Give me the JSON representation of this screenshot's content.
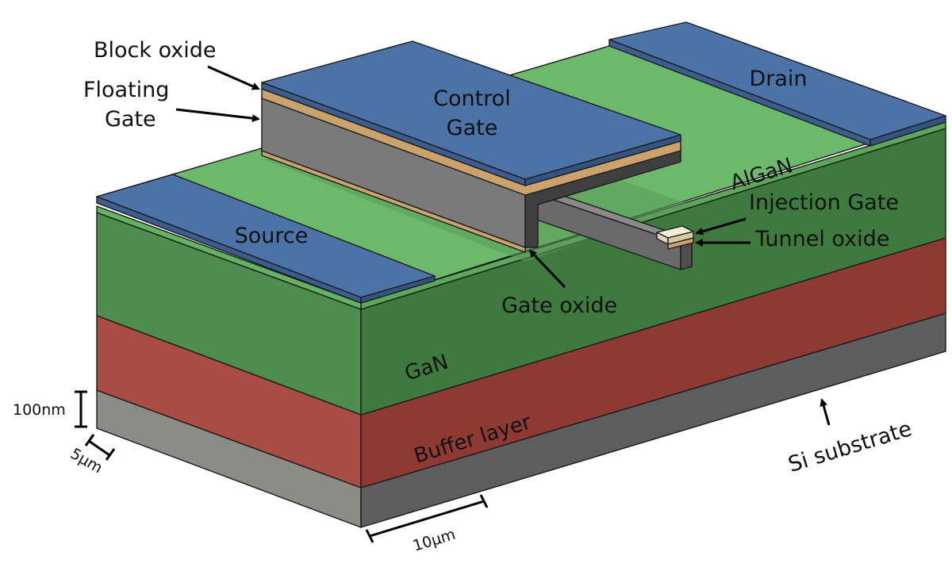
{
  "labels": {
    "control_gate": [
      "Control",
      "Gate"
    ],
    "drain": "Drain",
    "source": "Source",
    "algan": "AlGaN",
    "gan": "GaN",
    "buffer_layer": "Buffer layer",
    "si_substrate": "Si substrate",
    "block_oxide": "Block oxide",
    "floating_gate": [
      "Floating",
      "Gate"
    ],
    "injection_gate": "Injection Gate",
    "tunnel_oxide": "Tunnel oxide",
    "gate_oxide": "Gate oxide"
  },
  "scale_bars": {
    "thickness": "100nm",
    "depth": "5μm",
    "width": "10μm"
  },
  "colors": {
    "electrode_blue": "#4a6fa5",
    "algan_green": "#6ab66a",
    "gan_green": "#4d8b4d",
    "buffer_red": "#a84a42",
    "substrate_gray": "#8a8a8a",
    "oxide_tan": "#c8a46e",
    "floating_gate_gray": "#6e6e6e"
  }
}
